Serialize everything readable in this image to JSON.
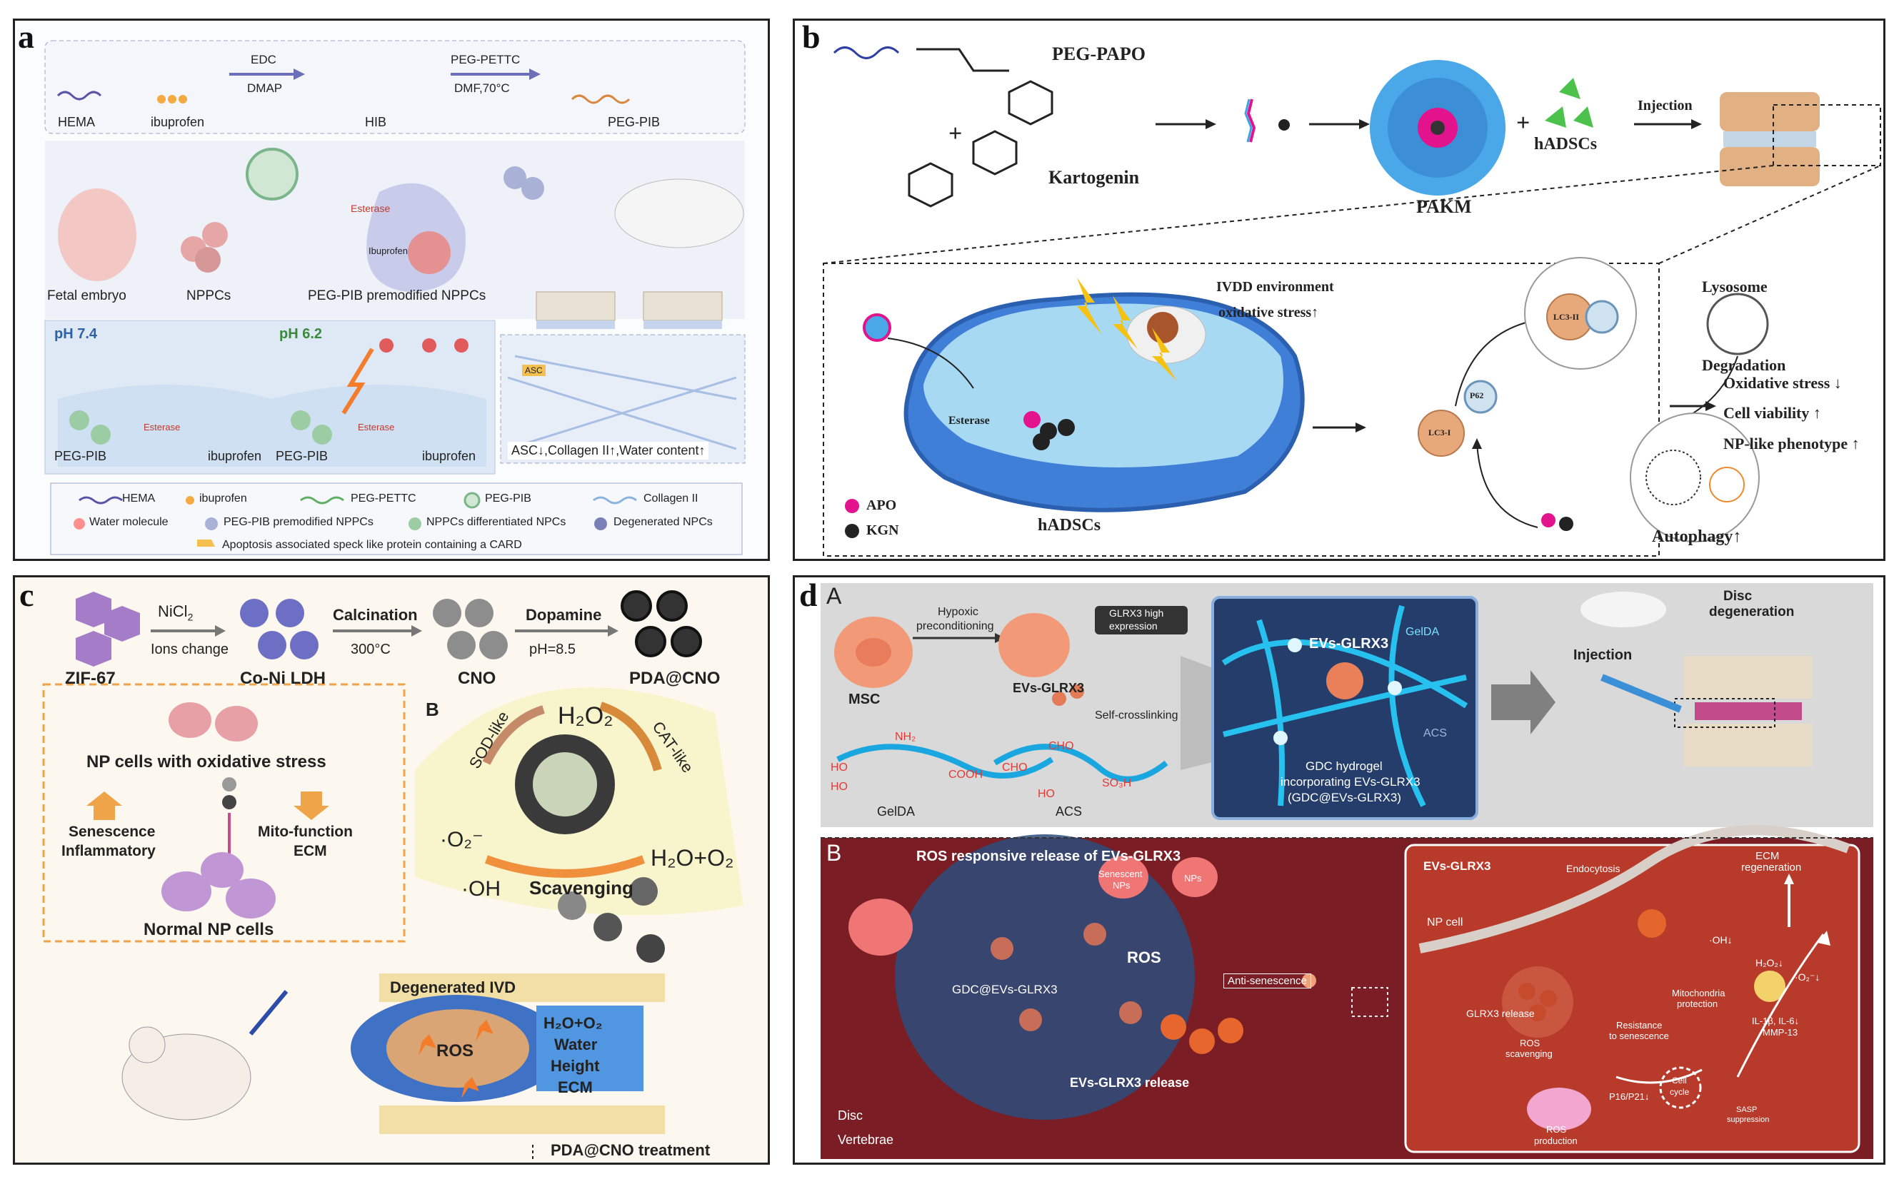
{
  "panels": {
    "a": {
      "label": "a",
      "reagents": {
        "hema": "HEMA",
        "ibuprofen": "ibuprofen",
        "edc": "EDC",
        "dmap": "DMAP",
        "hib": "HIB",
        "peg_pettc": "PEG-PETTC",
        "conditions": "DMF,70°C",
        "peg_pib": "PEG-PIB"
      },
      "flow": {
        "fetal_embryo": "Fetal embryo",
        "nppcs": "NPPCs",
        "esterase": "Esterase",
        "ibuprofen": "Ibuprofen",
        "premodified": "PEG-PIB premodified NPPCs"
      },
      "ph": {
        "ph74": "pH 7.4",
        "ph62": "pH 6.2",
        "peg_pib_1": "PEG-PIB",
        "esterase_1": "Esterase",
        "ibuprofen_1": "ibuprofen",
        "peg_pib_2": "PEG-PIB",
        "esterase_2": "Esterase",
        "ibuprofen_2": "ibuprofen",
        "asc": "ASC",
        "outcome": "ASC↓,Collagen II↑,Water content↑"
      },
      "legend": [
        {
          "label": "HEMA"
        },
        {
          "label": "ibuprofen"
        },
        {
          "label": "PEG-PETTC"
        },
        {
          "label": "PEG-PIB"
        },
        {
          "label": "Collagen II"
        },
        {
          "label": "Water molecule"
        },
        {
          "label": "PEG-PIB premodified NPPCs"
        },
        {
          "label": "NPPCs differentiated NPCs"
        },
        {
          "label": "Degenerated NPCs"
        },
        {
          "label": "Apoptosis associated speck like protein containing a CARD"
        }
      ]
    },
    "b": {
      "label": "b",
      "peg_papo": "PEG-PAPO",
      "plus": "+",
      "kartogenin": "Kartogenin",
      "pakm": "PAKM",
      "plus2": "+",
      "hadscs": "hADSCs",
      "injection": "Injection",
      "ivdd_env": "IVDD environment",
      "oxidative": "oxidative stress↑",
      "lysosome": "Lysosome",
      "degradation": "Degradation",
      "esterase": "Esterase",
      "p62": "P62",
      "lc3i": "LC3-I",
      "lc3ii": "LC3-II",
      "autophagy": "Autophagy↑",
      "cell_label": "hADSCs",
      "legend_apo": "APO",
      "legend_kgn": "KGN",
      "outcomes": [
        "Oxidative stress ↓",
        "Cell viability ↑",
        "NP-like phenotype ↑"
      ],
      "colors": {
        "apo": "#e2138d",
        "kgn": "#222222"
      }
    },
    "c": {
      "label": "c",
      "zif": "ZIF-67",
      "nicl": "NiCl",
      "nicl_sub": "2",
      "ions": "Ions change",
      "coni": "Co-Ni LDH",
      "calc": "Calcination",
      "temp": "300°C",
      "cno": "CNO",
      "dopamine": "Dopamine",
      "ph": "pH=8.5",
      "pda": "PDA@CNO",
      "np_stress": "NP cells with oxidative stress",
      "senescence": "Senescence",
      "inflammatory": "Inflammatory",
      "mito": "Mito-function",
      "ecm": "ECM",
      "normal": "Normal NP cells",
      "b_label": "B",
      "h2o2": "H₂O₂",
      "sod": "SOD-like",
      "cat": "CAT-like",
      "o2minus": "·O₂⁻",
      "oh": "·OH",
      "h2o_o2": "H₂O+O₂",
      "scavenging": "Scavenging",
      "degenerated": "Degenerated IVD",
      "ros": "ROS",
      "h2o_o2_small": "H₂O+O₂",
      "water": "Water",
      "height": "Height",
      "ecm2": "ECM",
      "treatment": "PDA@CNO treatment"
    },
    "d": {
      "label": "d",
      "sub_a": "A",
      "sub_b": "B",
      "msc": "MSC",
      "hypoxic": "Hypoxic",
      "precond": "preconditioning",
      "glrx3_high": "GLRX3 high",
      "expression": "expression",
      "evs": "EVs-GLRX3",
      "selfcross": "Self-crosslinking",
      "nh2": "NH₂",
      "ho": "HO",
      "cooh": "COOH",
      "ho2": "HO",
      "cho": "CHO",
      "cho2": "CHO",
      "so3h": "SO₃H",
      "ho3": "HO",
      "geldA": "GelDA",
      "acs": "ACS",
      "evs_in_gel": "EVs-GLRX3",
      "geldA_in": "GelDA",
      "acs_in": "ACS",
      "gdc_1": "GDC hydrogel",
      "gdc_2": "incorporating EVs-GLRX3",
      "gdc_3": "(GDC@EVs-GLRX3)",
      "disc_deg_1": "Disc",
      "disc_deg_2": "degeneration",
      "injection": "Injection",
      "ros_title": "ROS responsive release of EVs-GLRX3",
      "senescent": "Senescent",
      "nps": "NPs",
      "nps2": "NPs",
      "ros": "ROS",
      "gdc_evs": "GDC@EVs-GLRX3",
      "anti_sen": "Anti-senescence",
      "release": "EVs-GLRX3 release",
      "disc": "Disc",
      "vertebrae": "Vertebrae",
      "evs_cell": "EVs-GLRX3",
      "endocytosis": "Endocytosis",
      "ecm_1": "ECM",
      "ecm_2": "regeneration",
      "np_cell": "NP cell",
      "oh": "·OH↓",
      "h2o2": "H₂O₂↓",
      "o2": "·O₂⁻↓",
      "glrx3_release": "GLRX3 release",
      "mito_1": "Mitochondria",
      "mito_2": "protection",
      "ros_scav_1": "ROS",
      "ros_scav_2": "scavenging",
      "resist_1": "Resistance",
      "resist_2": "to senescence",
      "cell_1": "Cell",
      "cell_2": "cycle",
      "il": "IL-1β, IL-6↓",
      "mmp": "MMP-13",
      "p16": "P16/P21↓",
      "sasp_1": "SASP",
      "sasp_2": "suppression",
      "ros_prod_1": "ROS",
      "ros_prod_2": "production"
    }
  }
}
